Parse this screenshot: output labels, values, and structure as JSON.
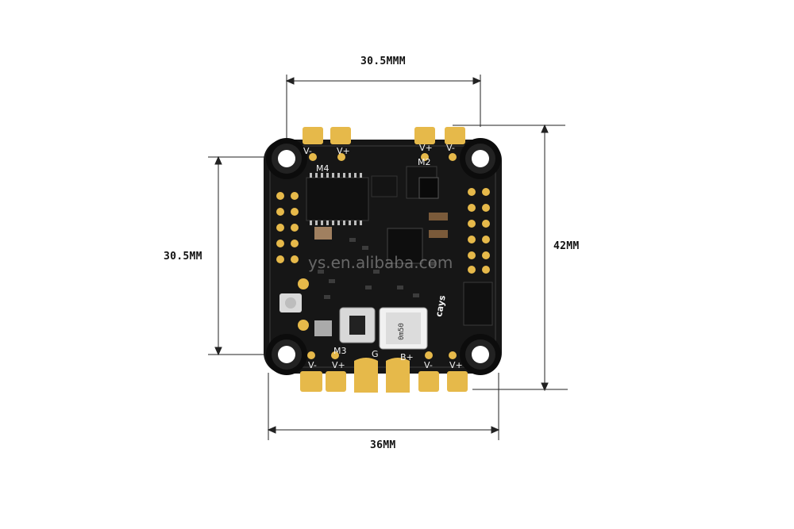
{
  "dimensions": {
    "top_width": "30.5MMM",
    "left_height": "30.5MM",
    "right_height": "42MM",
    "bottom_width": "36MM"
  },
  "board": {
    "motor_labels": [
      "M4",
      "M2",
      "M3"
    ],
    "pad_labels": [
      "V-",
      "V+",
      "V-",
      "V+",
      "V-",
      "V+",
      "G",
      "B+",
      "V-",
      "V+"
    ],
    "shunt_marking": "0m50",
    "brand_logo": "cays"
  },
  "watermark": "ys.en.alibaba.com",
  "colors": {
    "pcb": "#161616",
    "gold_pad": "#e6b94a",
    "dimension_line": "#222222"
  }
}
